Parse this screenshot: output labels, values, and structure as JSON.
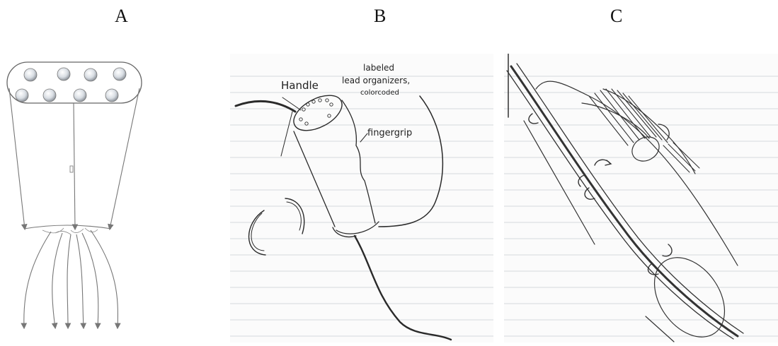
{
  "panels": {
    "a": {
      "label": "A"
    },
    "b": {
      "label": "B",
      "annotations": {
        "handle": "Handle",
        "labeled": "labeled",
        "lead_organizers": "lead organizers,",
        "color_coded": "colorcoded",
        "fingergrip": "fingergrip"
      }
    },
    "c": {
      "label": "C"
    }
  }
}
